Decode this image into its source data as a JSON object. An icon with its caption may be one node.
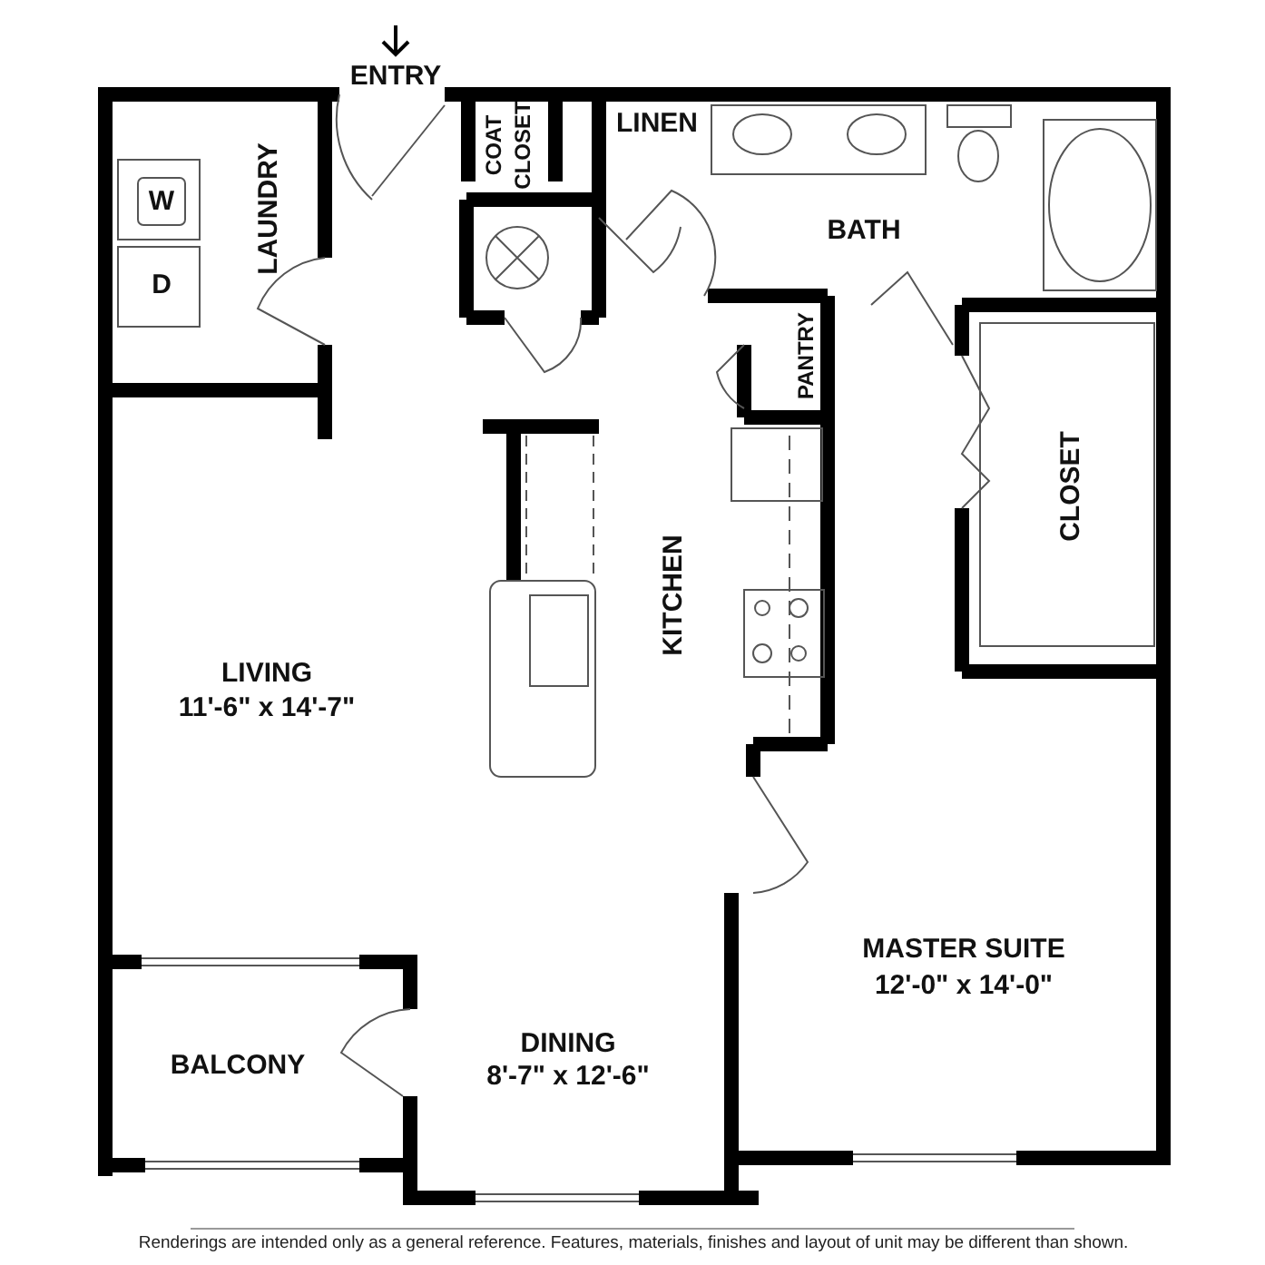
{
  "diagram": {
    "labels": [
      "ENTRY",
      "COAT CLOSET",
      "LINEN",
      "W",
      "LAUNDRY",
      "BATH",
      "D",
      "PANTRY",
      "CLOSET",
      "KITCHEN",
      "LIVING",
      "11'-6\" x 14'-7\"",
      "MASTER SUITE",
      "12'-0\" x 14'-0\"",
      "BALCONY",
      "DINING",
      "8'-7\" x 12'-6\"",
      "Renderings are intended only as a general reference. Features, materials, finishes and layout of unit may be different than shown."
    ]
  }
}
